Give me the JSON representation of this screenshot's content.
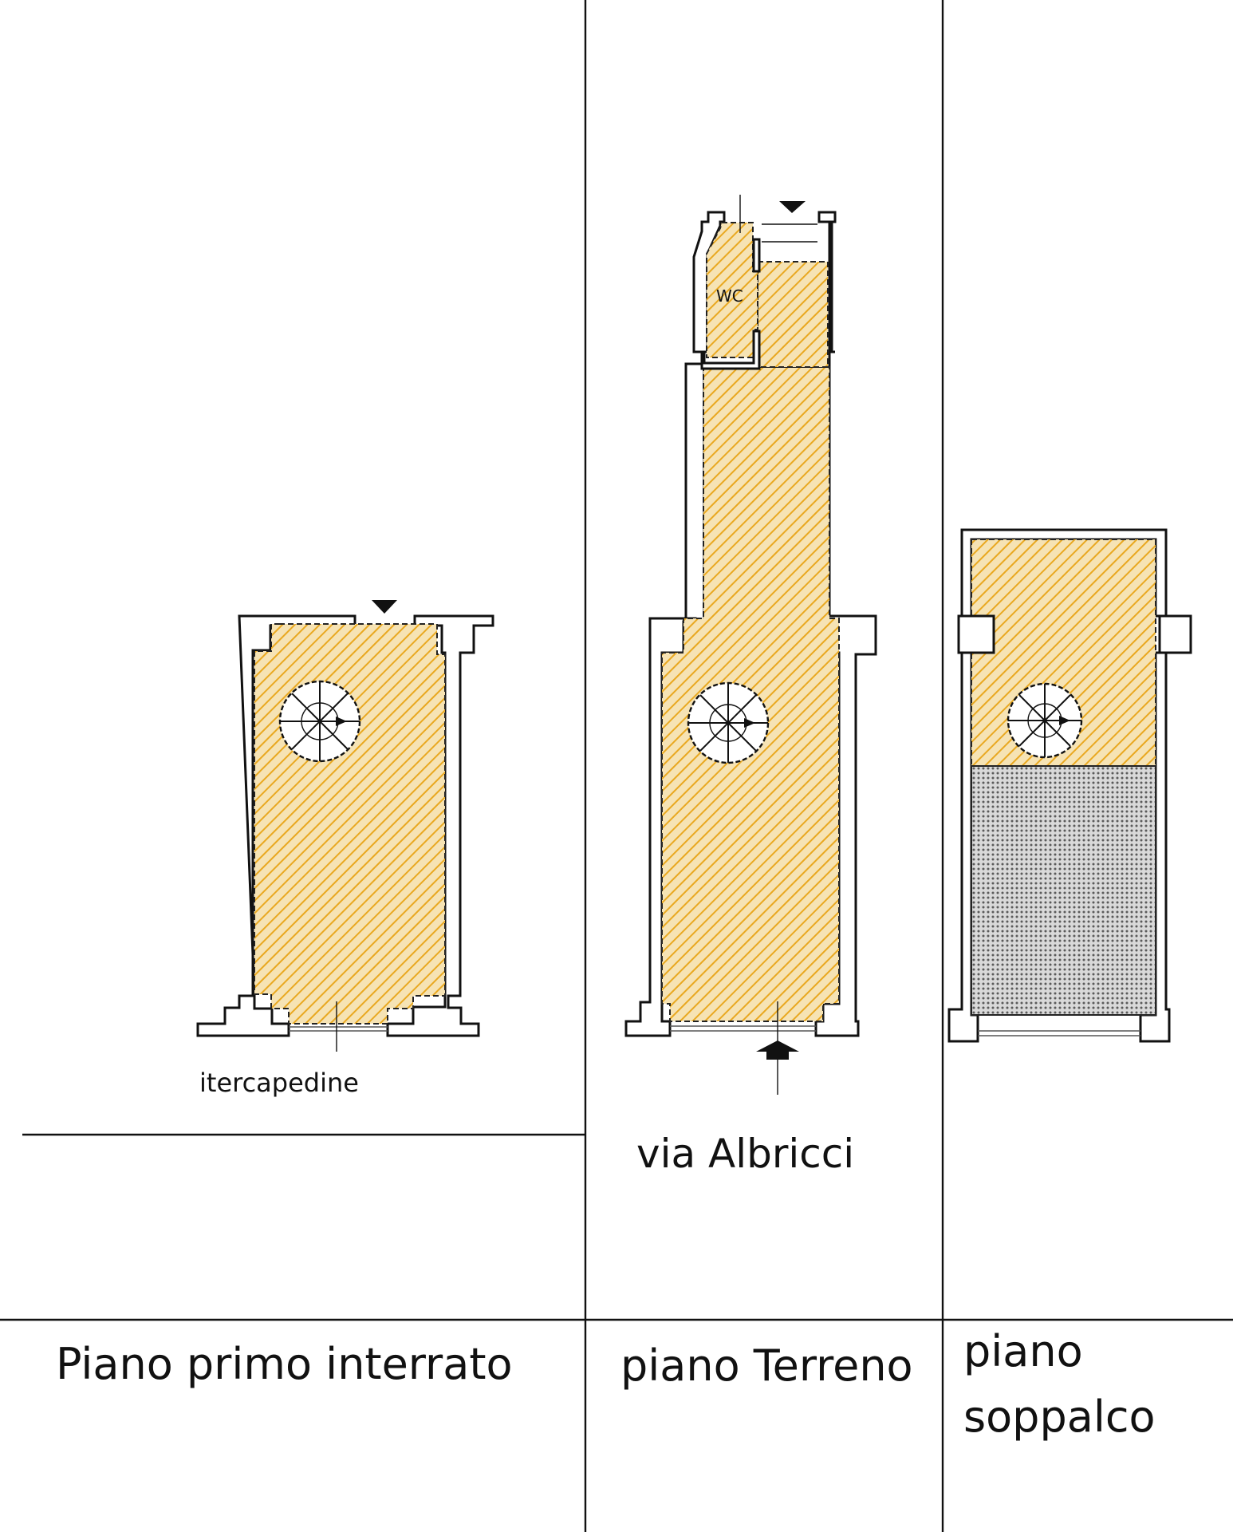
{
  "colors": {
    "hatch_fill": "#f6e3b4",
    "hatch_line": "#e9a820",
    "dotted_fill": "#bdbdbd",
    "line": "#111111",
    "background": "#ffffff"
  },
  "panels": [
    {
      "id": "basement",
      "floor_label": "Piano primo interrato",
      "notes": [
        "itercapedine"
      ]
    },
    {
      "id": "ground",
      "floor_label": "piano Terreno",
      "notes": [
        "via  Albricci",
        "WC"
      ]
    },
    {
      "id": "mezzanine",
      "floor_label_lines": [
        "piano",
        "soppalco"
      ],
      "notes": []
    }
  ],
  "icons": [
    "spiral-stair-icon",
    "entry-arrow-icon",
    "north-triangle-icon"
  ]
}
